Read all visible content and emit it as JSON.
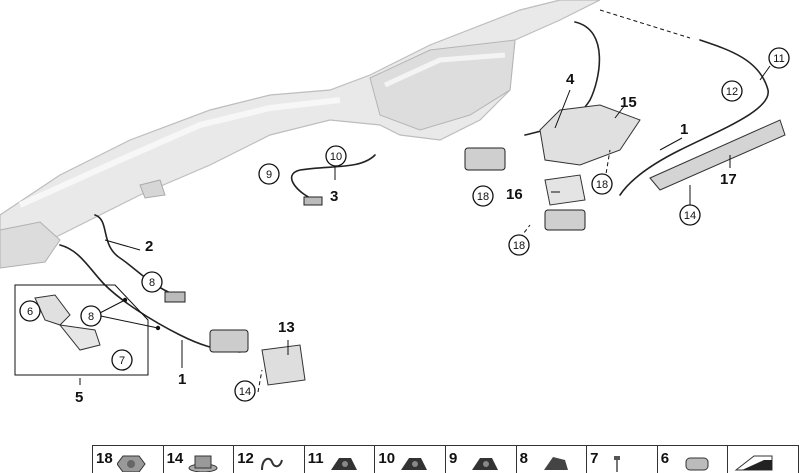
{
  "labels": {
    "l1a": "1",
    "l1b": "1",
    "l2": "2",
    "l3": "3",
    "l4": "4",
    "l5": "5",
    "l13": "13",
    "l15": "15",
    "l16": "16",
    "l17": "17"
  },
  "callouts": {
    "c6": "6",
    "c7": "7",
    "c8a": "8",
    "c8b": "8",
    "c9": "9",
    "c10": "10",
    "c11": "11",
    "c12": "12",
    "c14a": "14",
    "c14b": "14",
    "c18a": "18",
    "c18b": "18",
    "c18c": "18"
  },
  "parts_strip": [
    {
      "num": "18",
      "icon": "hex-nut-icon"
    },
    {
      "num": "14",
      "icon": "flange-nut-icon"
    },
    {
      "num": "12",
      "icon": "clip-icon"
    },
    {
      "num": "11",
      "icon": "grommet-icon"
    },
    {
      "num": "10",
      "icon": "grommet-icon"
    },
    {
      "num": "9",
      "icon": "grommet-icon"
    },
    {
      "num": "8",
      "icon": "cable-clip-icon"
    },
    {
      "num": "7",
      "icon": "screw-icon"
    },
    {
      "num": "6",
      "icon": "plug-icon"
    },
    {
      "num": "",
      "icon": "shim-icon"
    }
  ]
}
